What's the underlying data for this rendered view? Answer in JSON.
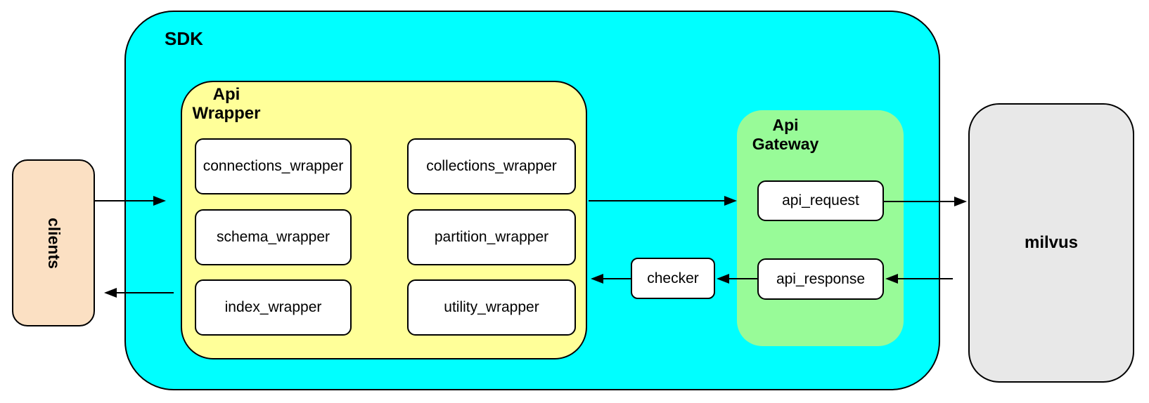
{
  "clients": {
    "label": "clients",
    "fill": "#FBE0C3"
  },
  "sdk": {
    "label": "SDK",
    "fill": "#00FFFF"
  },
  "api_wrapper": {
    "label": "Api\nWrapper",
    "fill": "#FFFF99",
    "boxes": [
      "connections_wrapper",
      "collections_wrapper",
      "schema_wrapper",
      "partition_wrapper",
      "index_wrapper",
      "utility_wrapper"
    ]
  },
  "checker": {
    "label": "checker"
  },
  "api_gateway": {
    "label": "Api\nGateway",
    "fill": "#98FB98",
    "request_label": "api_request",
    "response_label": "api_response"
  },
  "milvus": {
    "label": "milvus",
    "fill": "#E8E8E8"
  },
  "node_fill": "#FFFFFF",
  "arrow_color": "#000000"
}
